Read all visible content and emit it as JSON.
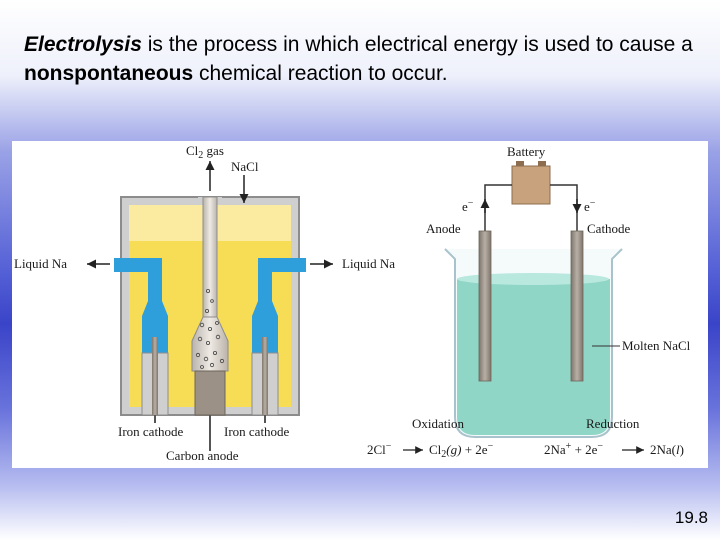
{
  "caption": {
    "term": "Electrolysis",
    "part1": " is the process in which electrical energy is used to cause a ",
    "highlight": "nonspontaneous",
    "part2": " chemical reaction to occur."
  },
  "downs_cell": {
    "cl2_gas": "Cl",
    "cl2_sub": "2",
    "cl2_gas_suffix": " gas",
    "nacl_in": "NaCl",
    "liquid_na_left": "Liquid Na",
    "liquid_na_right": "Liquid Na",
    "iron_cathode_left": "Iron cathode",
    "iron_cathode_right": "Iron cathode",
    "carbon_anode": "Carbon anode"
  },
  "cell": {
    "battery": "Battery",
    "e_left": "e",
    "e_right": "e",
    "e_sup": "−",
    "anode": "Anode",
    "cathode": "Cathode",
    "molten_nacl": "Molten NaCl",
    "oxidation": "Oxidation",
    "reduction": "Reduction",
    "ox_lhs": "2Cl",
    "ox_lhs_sup": "−",
    "ox_rhs_cl": "Cl",
    "ox_rhs_sub": "2",
    "ox_rhs_phase": "(g)",
    "ox_rhs_plus": " + 2e",
    "ox_rhs_sup": "−",
    "red_lhs_na": "2Na",
    "red_lhs_sup": "+",
    "red_lhs_plus": " + 2e",
    "red_lhs_e_sup": "−",
    "red_rhs": "2Na(",
    "red_rhs_phase": "l",
    "red_rhs_close": ")"
  },
  "slide_number": "19.8",
  "colors": {
    "molten_salt": "#f6dd55",
    "sodium": "#2f9fdc",
    "electrolyte": "#8fd6c6",
    "electrode": "#9b9186",
    "battery": "#c7a27c"
  }
}
